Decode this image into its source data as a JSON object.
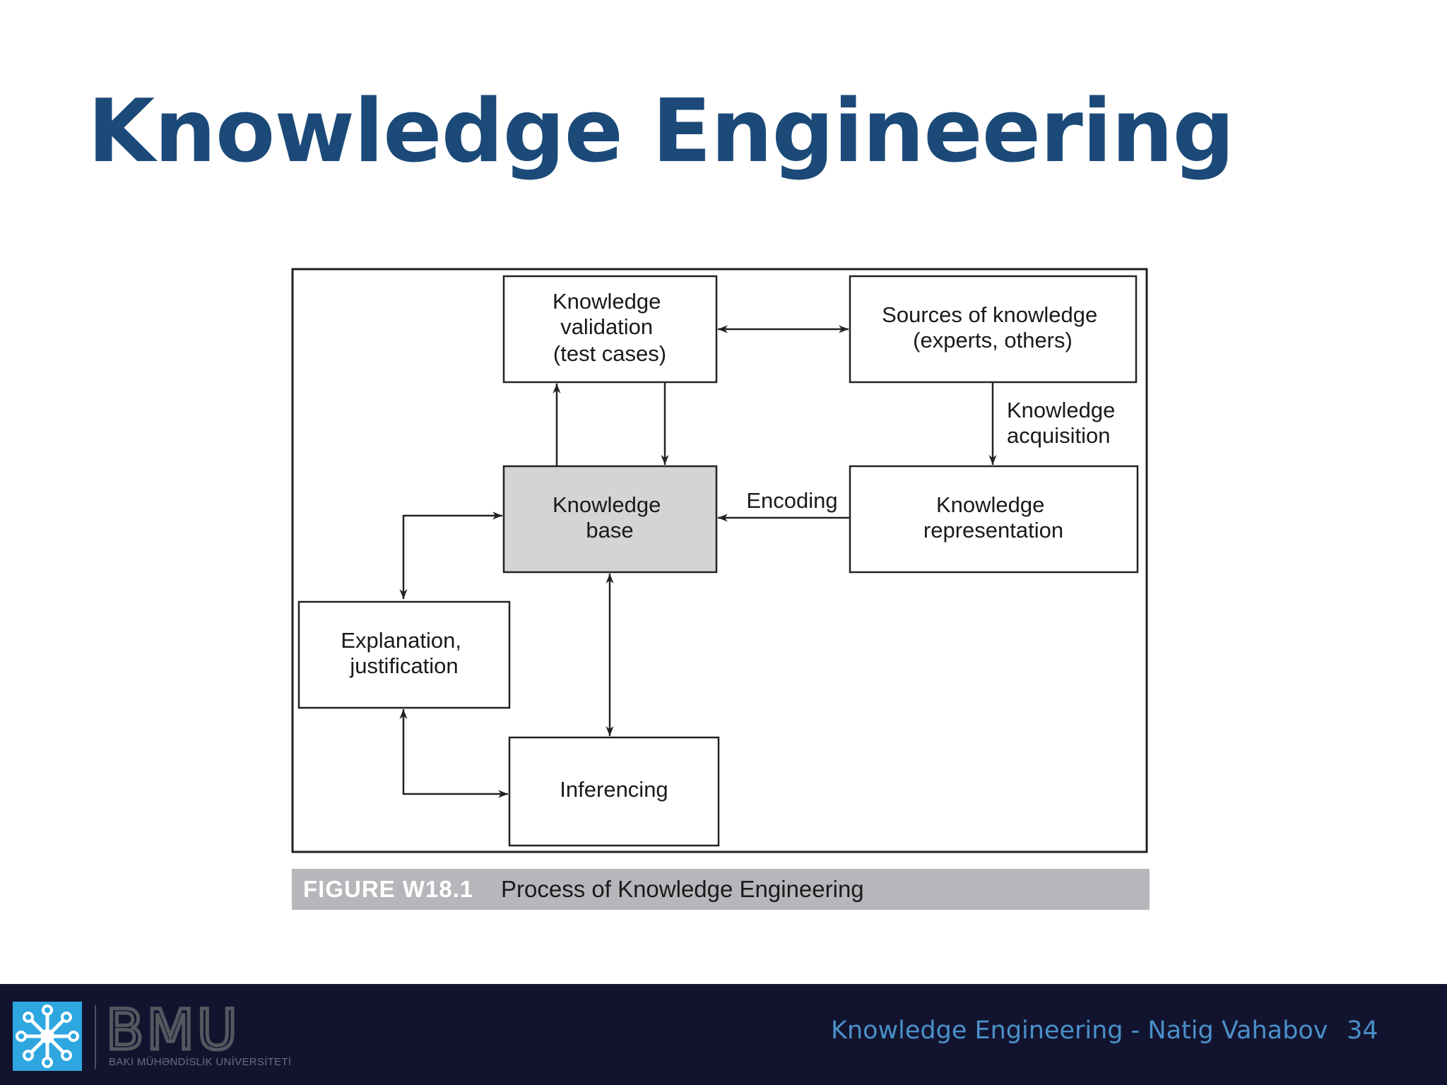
{
  "slide": {
    "title": "Knowledge Engineering",
    "footer_text": "Knowledge Engineering - Natig Vahabov",
    "page_number": "34"
  },
  "logo": {
    "wordmark": "BMU",
    "subtitle": "BAKI MÜHƏNDİSLİK UNİVERSİTETİ",
    "mark_color": "#2ea7e0"
  },
  "figure": {
    "number": "FIGURE W18.1",
    "caption": "Process of Knowledge Engineering",
    "nodes": {
      "validation": [
        "Knowledge",
        "validation",
        "(test cases)"
      ],
      "sources": [
        "Sources of knowledge",
        "(experts, others)"
      ],
      "base": [
        "Knowledge",
        "base"
      ],
      "representation": [
        "Knowledge",
        "representation"
      ],
      "explanation": [
        "Explanation,",
        "justification"
      ],
      "inferencing": [
        "Inferencing"
      ]
    },
    "edge_labels": {
      "acquisition": [
        "Knowledge",
        "acquisition"
      ],
      "encoding": "Encoding"
    }
  }
}
